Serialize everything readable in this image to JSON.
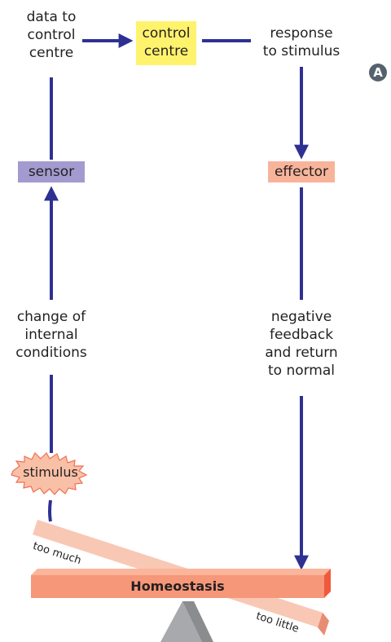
{
  "badge": "A",
  "nodes": {
    "data_to_control": [
      "data to",
      "control",
      "centre"
    ],
    "control_centre": [
      "control",
      "centre"
    ],
    "response": [
      "response",
      "to stimulus"
    ],
    "sensor": "sensor",
    "effector": "effector",
    "change": [
      "change of",
      "internal",
      "conditions"
    ],
    "negative_feedback": [
      "negative",
      "feedback",
      "and return",
      "to normal"
    ],
    "stimulus": "stimulus"
  },
  "seesaw": {
    "bar_label": "Homeostasis",
    "high_end": "too much",
    "low_end": "too little"
  },
  "colors": {
    "arrow": "#2e3192",
    "control_centre_bg": "#fff36d",
    "sensor_bg": "#a39bcf",
    "effector_bg": "#f8b49a",
    "bar_face": "#f6977a",
    "plank": "#f9c8b5",
    "fulcrum": "#a7a9ac"
  }
}
